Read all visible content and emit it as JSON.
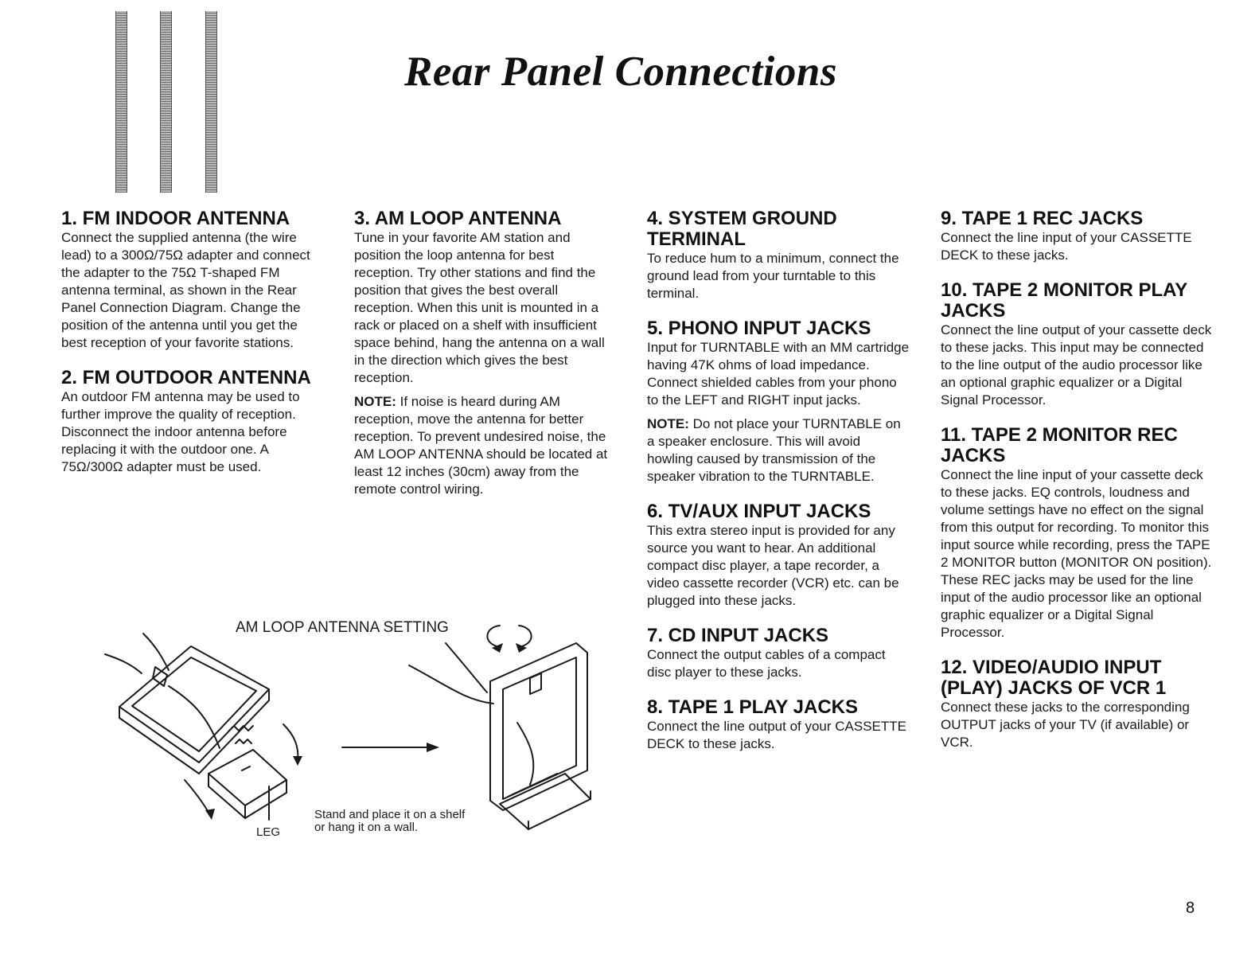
{
  "header": {
    "title": "Rear Panel Connections"
  },
  "sections": [
    {
      "heading": "1. FM INDOOR ANTENNA",
      "body": "Connect the supplied antenna (the wire lead) to a 300Ω/75Ω adapter and connect the adapter to the 75Ω T-shaped FM antenna terminal, as shown in the Rear Panel Connection Diagram. Change the position of the antenna until you get the best reception of your favorite stations."
    },
    {
      "heading": "2. FM OUTDOOR ANTENNA",
      "body": "An outdoor FM antenna may be used to further improve the quality of reception. Disconnect the indoor antenna before replacing it with the outdoor one. A 75Ω/300Ω adapter must be used."
    },
    {
      "heading": "3. AM LOOP ANTENNA",
      "body": "Tune in your favorite AM station and position the loop antenna for best reception. Try other stations and find the position that gives the best overall reception. When this unit is mounted in a rack or placed on a shelf with insufficient space behind, hang the antenna on a wall in the direction which gives the best reception.",
      "note_label": "NOTE:",
      "note_text": " If noise is heard during AM reception, move the antenna for better reception. To prevent undesired noise, the AM LOOP ANTENNA should be located at least 12 inches (30cm) away from the remote control wiring."
    },
    {
      "heading": "4. SYSTEM GROUND TERMINAL",
      "body": "To reduce hum to a minimum, connect the ground lead from your turntable to this terminal."
    },
    {
      "heading": "5. PHONO INPUT JACKS",
      "body": "Input for TURNTABLE with an MM cartridge having 47K ohms of load impedance. Connect shielded cables from your phono to the LEFT and RIGHT input jacks.",
      "note_label": "NOTE:",
      "note_text": " Do not place your TURNTABLE on a speaker enclosure. This will avoid howling caused by transmission of the speaker vibration to the TURNTABLE."
    },
    {
      "heading": "6. TV/AUX INPUT JACKS",
      "body": "This extra stereo input is provided for any source you want to hear. An additional compact disc player, a tape recorder, a video cassette recorder (VCR) etc. can be plugged into these jacks."
    },
    {
      "heading": "7. CD INPUT JACKS",
      "body": "Connect the output cables of a compact disc player to these jacks."
    },
    {
      "heading": "8. TAPE 1 PLAY JACKS",
      "body": "Connect the line output of your CASSETTE DECK to these jacks."
    },
    {
      "heading": "9. TAPE 1 REC JACKS",
      "body": "Connect the line input of your CASSETTE DECK to these jacks."
    },
    {
      "heading": "10. TAPE 2 MONITOR PLAY JACKS",
      "body": "Connect the line output of your cassette deck to these jacks. This input may be connected to the line output of the audio processor like an optional graphic equalizer or a Digital Signal Processor."
    },
    {
      "heading": "11. TAPE 2 MONITOR REC JACKS",
      "body": "Connect the line input of your cassette deck to these jacks. EQ controls, loudness and volume settings have no effect on the signal from this output for recording. To monitor this input source while recording, press the TAPE 2 MONITOR button (MONITOR ON position). These REC jacks may be used for the line input of the audio processor like an optional graphic equalizer or a Digital Signal Processor."
    },
    {
      "heading": "12. VIDEO/AUDIO INPUT (PLAY) JACKS OF VCR 1",
      "body": "Connect these jacks to the corresponding OUTPUT jacks of your TV (if available) or VCR."
    }
  ],
  "diagram": {
    "title": "AM LOOP ANTENNA SETTING",
    "leg_label": "LEG",
    "caption_line1": "Stand and place it on a shelf",
    "caption_line2": "or hang it on a wall."
  },
  "footer": {
    "page_number": "8"
  }
}
